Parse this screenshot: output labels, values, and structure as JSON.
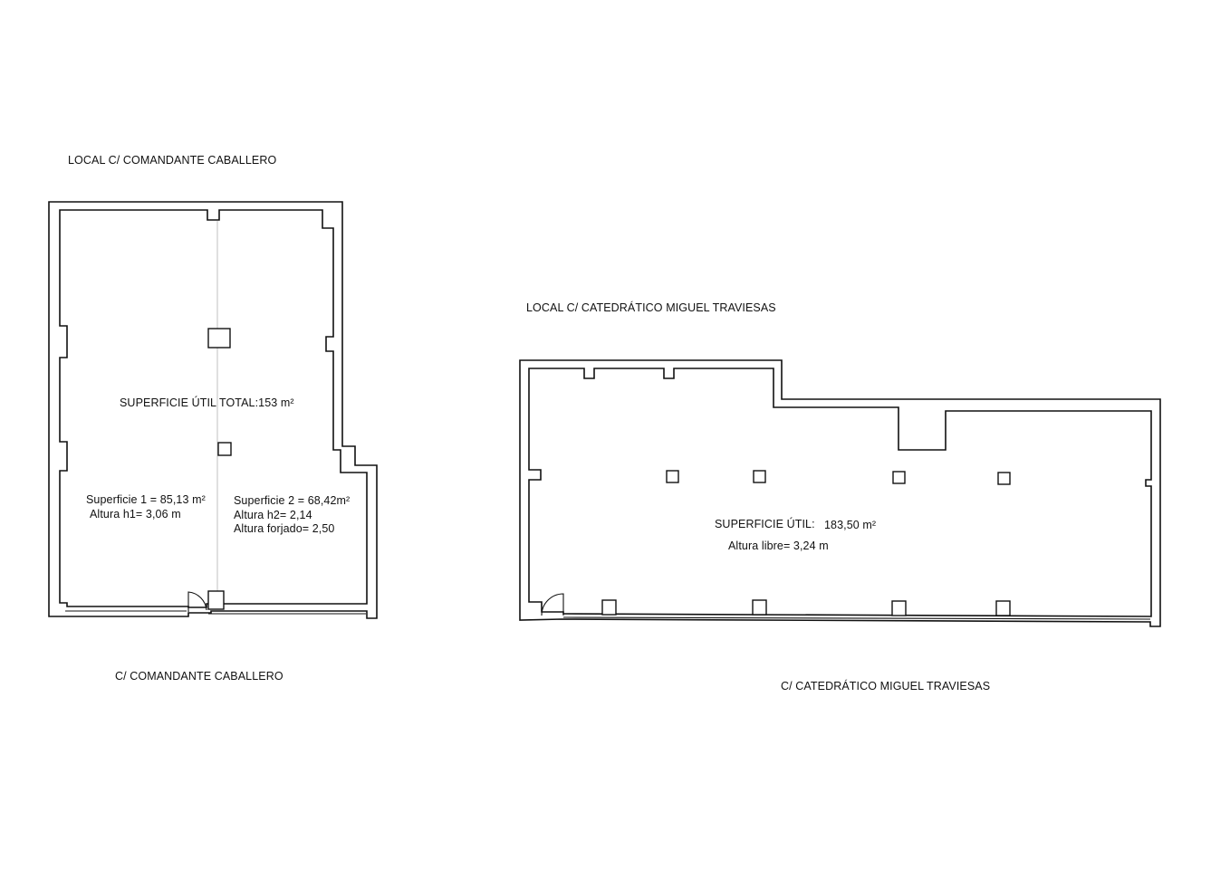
{
  "plan_left": {
    "title": "LOCAL C/ COMANDANTE CABALLERO",
    "street": "C/ COMANDANTE CABALLERO",
    "total_area": "SUPERFICIE ÚTIL TOTAL:153 m²",
    "zone1": {
      "area": "Superficie 1 = 85,13 m²",
      "height": "Altura h1= 3,06 m"
    },
    "zone2": {
      "area": "Superficie 2 = 68,42m²",
      "height": "Altura h2= 2,14",
      "slab": "Altura forjado= 2,50"
    }
  },
  "plan_right": {
    "title": "LOCAL C/ CATEDRÁTICO MIGUEL TRAVIESAS",
    "street": "C/ CATEDRÁTICO MIGUEL TRAVIESAS",
    "area_label": "SUPERFICIE ÚTIL:",
    "area_value": "183,50 m²",
    "height": "Altura libre= 3,24 m"
  }
}
